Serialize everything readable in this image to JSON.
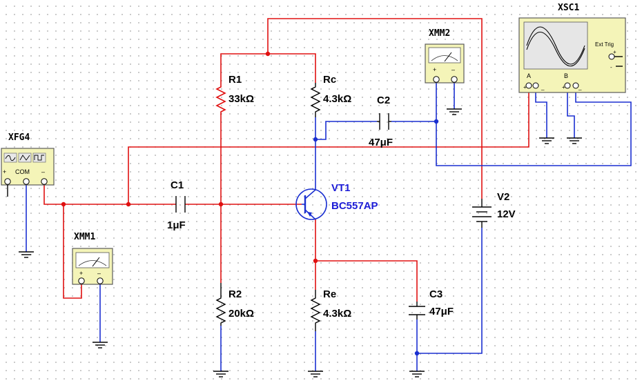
{
  "instruments": {
    "function_generator": {
      "name": "XFG4",
      "pin_plus": "+",
      "pin_com": "COM",
      "pin_minus": "–"
    },
    "multimeter1": {
      "name": "XMM1",
      "pin_plus": "+",
      "pin_minus": "–"
    },
    "multimeter2": {
      "name": "XMM2",
      "pin_plus": "+",
      "pin_minus": "–"
    },
    "oscilloscope": {
      "name": "XSC1",
      "ext_trig": "Ext Trig",
      "channel_a": "A",
      "channel_b": "B"
    }
  },
  "components": {
    "r1": {
      "ref": "R1",
      "value": "33kΩ"
    },
    "rc": {
      "ref": "Rc",
      "value": "4.3kΩ"
    },
    "r2": {
      "ref": "R2",
      "value": "20kΩ"
    },
    "re": {
      "ref": "Re",
      "value": "4.3kΩ"
    },
    "c1": {
      "ref": "C1",
      "value": "1μF"
    },
    "c2": {
      "ref": "C2",
      "value": "47μF"
    },
    "c3": {
      "ref": "C3",
      "value": "47μF"
    },
    "transistor": {
      "ref": "VT1",
      "model": "BC557AP"
    },
    "supply": {
      "ref": "V2",
      "value": "12V"
    }
  },
  "colors": {
    "wire_red": "#e01010",
    "wire_blue": "#1a2fd0",
    "label_blue": "#1b1bd6",
    "instrument_fill": "#f4f4b8",
    "grid_dot": "#bdbdbd"
  }
}
